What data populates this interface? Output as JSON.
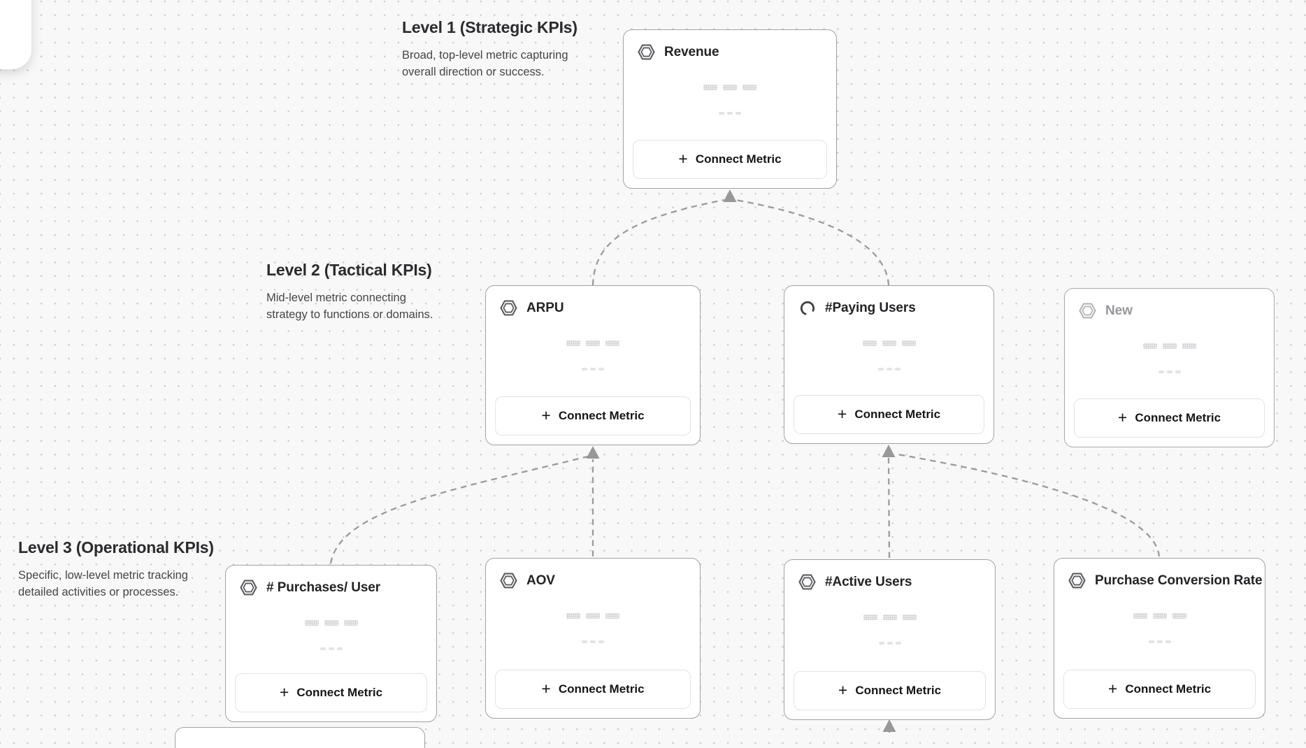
{
  "labels": {
    "connect_metric": "Connect Metric",
    "plus": "+"
  },
  "levels": [
    {
      "title": "Level 1 (Strategic KPIs)",
      "description": "Broad, top-level metric capturing overall direction or success."
    },
    {
      "title": "Level 2 (Tactical KPIs)",
      "description": "Mid-level metric connecting strategy to functions or domains."
    },
    {
      "title": "Level 3 (Operational KPIs)",
      "description": "Specific, low-level metric tracking detailed activities or processes."
    }
  ],
  "cards": [
    {
      "title": "Revenue",
      "icon": "hexagon-icon",
      "level": 1
    },
    {
      "title": "ARPU",
      "icon": "hexagon-icon",
      "level": 2
    },
    {
      "title": "#Paying Users",
      "icon": "spinner-icon",
      "level": 2
    },
    {
      "title": "New",
      "icon": "hexagon-icon",
      "level": 2,
      "state": "draft"
    },
    {
      "title": "# Purchases/ User",
      "icon": "hexagon-icon",
      "level": 3
    },
    {
      "title": "AOV",
      "icon": "hexagon-icon",
      "level": 3
    },
    {
      "title": "#Active Users",
      "icon": "hexagon-icon",
      "level": 3
    },
    {
      "title": "Purchase Conversion Rate",
      "icon": "hexagon-icon",
      "level": 3
    }
  ],
  "connections": [
    {
      "from": "ARPU",
      "to": "Revenue"
    },
    {
      "from": "#Paying Users",
      "to": "Revenue"
    },
    {
      "from": "# Purchases/ User",
      "to": "ARPU"
    },
    {
      "from": "AOV",
      "to": "ARPU"
    },
    {
      "from": "#Active Users",
      "to": "#Paying Users"
    },
    {
      "from": "Purchase Conversion Rate",
      "to": "#Paying Users"
    },
    {
      "from": "offscreen-below",
      "to": "#Active Users"
    }
  ],
  "colors": {
    "canvas_background": "#f8f8f8",
    "grid_dot": "#c9c9cc",
    "card_border": "#a2a2a6",
    "edge": "#9b9b9e",
    "card_title": "#232326",
    "muted_card_title": "#98989c"
  }
}
